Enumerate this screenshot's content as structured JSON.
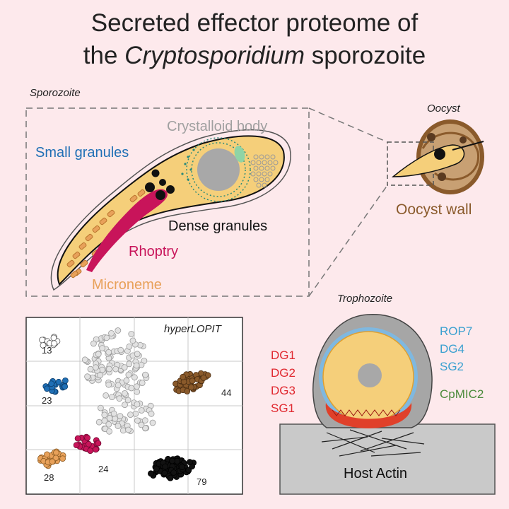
{
  "title": {
    "line1": "Secreted effector proteome of",
    "line2_prefix": "the ",
    "line2_italic": "Cryptosporidium",
    "line2_suffix": " sporozoite"
  },
  "labels": {
    "sporozoite": "Sporozoite",
    "oocyst": "Oocyst",
    "oocyst_wall": "Oocyst wall",
    "crystalloid_body": "Crystalloid body",
    "small_granules": "Small granules",
    "dense_granules": "Dense granules",
    "rhoptry": "Rhoptry",
    "microneme": "Microneme",
    "trophozoite": "Trophozoite",
    "host_actin": "Host Actin",
    "hyperlopit": "hyperLOPIT"
  },
  "trophozoite_markers": {
    "left": [
      "DG1",
      "DG2",
      "DG3",
      "SG1"
    ],
    "right": [
      "ROP7",
      "DG4",
      "SG2"
    ],
    "cpmic2": "CpMIC2"
  },
  "cluster_counts": [
    "13",
    "23",
    "44",
    "28",
    "24",
    "79"
  ],
  "colors": {
    "background": "#fde9ec",
    "cell_body": "#f5cf7a",
    "rhoptry": "#c8145a",
    "microneme": "#e8a15a",
    "small_granules": "#1f6fb5",
    "dense_granules": "#111111",
    "crystalloid": "#a8a8a8",
    "oocyst_wall": "#8a5a2b",
    "host": "#c9c9c9",
    "dg_red": "#e0282f",
    "rop_blue": "#3aa0d0",
    "cpmic2_green": "#4a8a3a"
  }
}
